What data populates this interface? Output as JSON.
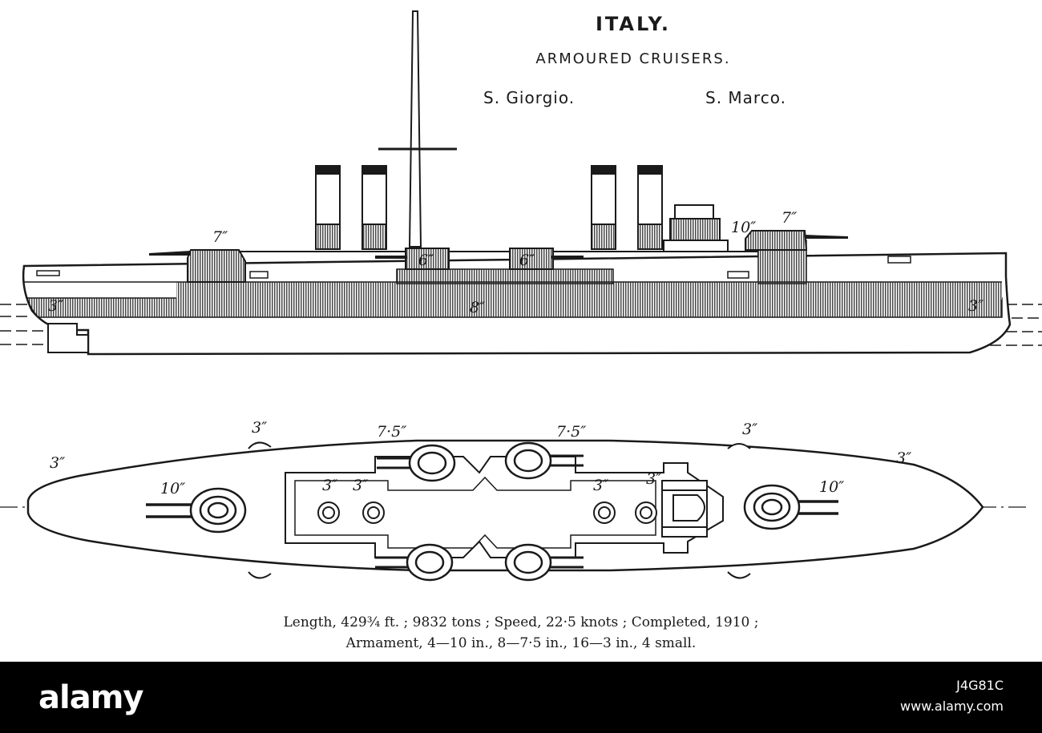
{
  "header": {
    "country": "ITALY.",
    "ship_class": "ARMOURED CRUISERS.",
    "ship_names": [
      "S. Giorgio.",
      "S. Marco."
    ]
  },
  "profile_labels": {
    "fore_turret": "7″",
    "aft_turret": "7″",
    "casemate_a": "6″",
    "casemate_b": "6″",
    "conning_tower": "10″",
    "belt_main": "8″",
    "belt_bow": "3″",
    "belt_stern": "3″"
  },
  "plan_labels": {
    "turret_fwd_top": "7·5″",
    "turret_aft_top": "7·5″",
    "main_aft": "10″",
    "main_fore": "10″",
    "sponson_tl": "3″",
    "sponson_tr": "3″",
    "bow_l": "3″",
    "bow_r": "3″",
    "gun_a": "3″",
    "gun_b": "3″",
    "gun_c": "3″",
    "gun_d": "3″"
  },
  "caption": {
    "line1": "Length, 429¾ ft. ; 9832 tons ; Speed, 22·5 knots ; Completed, 1910 ;",
    "line2": "Armament, 4—10 in., 8—7·5 in., 16—3 in., 4 small."
  },
  "watermark": {
    "logo": "alamy",
    "image_id": "J4G81C",
    "site": "www.alamy.com"
  }
}
